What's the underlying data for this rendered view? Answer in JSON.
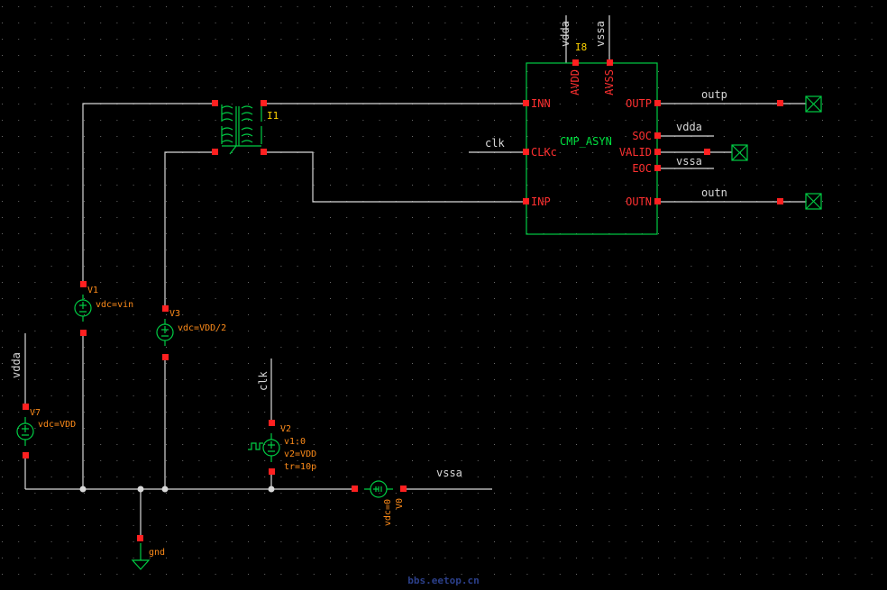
{
  "colors": {
    "background": "#000000",
    "grid": "#6a6a6a",
    "wire": "#d8d8d8",
    "pin": "#ff2020",
    "symbol": "#00cc44",
    "label": "#ff8c1a",
    "instance": "#ffd400"
  },
  "comparator": {
    "cell": "CMP_ASYN",
    "instance": "I8",
    "pins": {
      "inn": "INN",
      "clkc": "CLKc",
      "inp": "INP",
      "outp": "OUTP",
      "soc": "SOC",
      "valid": "VALID",
      "eoc": "EOC",
      "outn": "OUTN",
      "avdd": "AVDD",
      "avss": "AVSS"
    }
  },
  "nets": {
    "vdda_top": "vdda",
    "vssa_top": "vssa",
    "clk": "clk",
    "outp": "outp",
    "vdda_soc": "vdda",
    "vssa_eoc": "vssa",
    "outn": "outn",
    "vdda_left": "vdda",
    "clk_v2": "clk",
    "vssa_bottom": "vssa",
    "gnd": "gnd"
  },
  "transformer": {
    "name": "I1"
  },
  "sources": {
    "v1": {
      "name": "V1",
      "params": [
        "vdc=vin"
      ]
    },
    "v3": {
      "name": "V3",
      "params": [
        "vdc=VDD/2"
      ]
    },
    "v7": {
      "name": "V7",
      "params": [
        "vdc=VDD"
      ]
    },
    "v2": {
      "name": "V2",
      "params": [
        "v1:0",
        "v2=VDD",
        "tr=10p"
      ]
    },
    "v0": {
      "name": "V0",
      "params": [
        "vdc=0"
      ]
    }
  },
  "watermark": "bbs.eetop.cn"
}
